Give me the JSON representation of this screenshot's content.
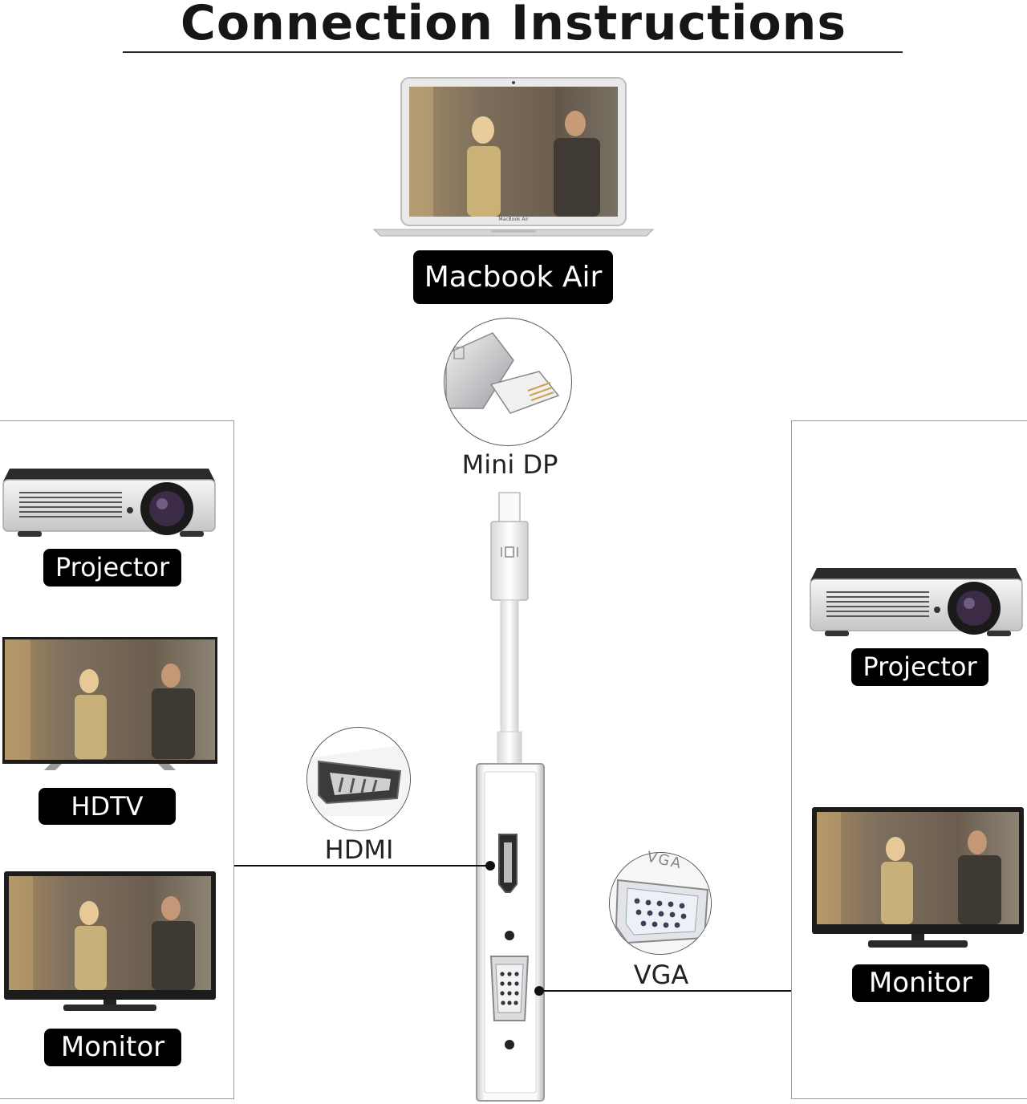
{
  "title": "Connection Instructions",
  "source_device": {
    "label": "Macbook Air",
    "brand_text": "MacBook Air"
  },
  "input_connector": {
    "label": "Mini DP"
  },
  "outputs": {
    "hdmi": {
      "label": "HDMI"
    },
    "vga": {
      "label": "VGA",
      "bubble_text": "VGA"
    }
  },
  "left_panel": {
    "items": [
      {
        "label": "Projector"
      },
      {
        "label": "HDTV"
      },
      {
        "label": "Monitor"
      }
    ]
  },
  "right_panel": {
    "items": [
      {
        "label": "Projector"
      },
      {
        "label": "Monitor"
      }
    ]
  },
  "colors": {
    "badge": "#000000",
    "line": "#111111",
    "panel_border": "#9a9a9a"
  }
}
